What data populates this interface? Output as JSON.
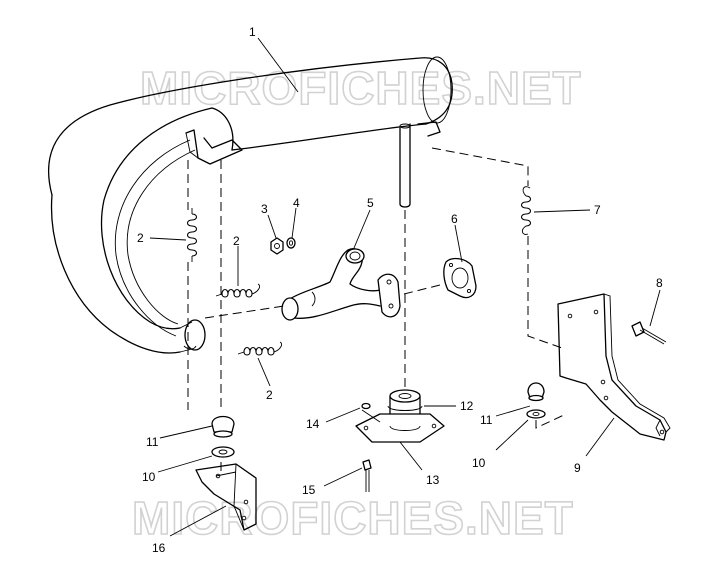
{
  "watermark": {
    "top": "MICROFICHES.NET",
    "bottom": "MICROFICHES.NET"
  },
  "callouts": {
    "c1": "1",
    "c2a": "2",
    "c2b": "2",
    "c2c": "2",
    "c3": "3",
    "c4": "4",
    "c5": "5",
    "c6": "6",
    "c7": "7",
    "c8": "8",
    "c9": "9",
    "c10a": "10",
    "c10b": "10",
    "c11a": "11",
    "c11b": "11",
    "c12": "12",
    "c13": "13",
    "c14": "14",
    "c15": "15",
    "c16": "16"
  }
}
